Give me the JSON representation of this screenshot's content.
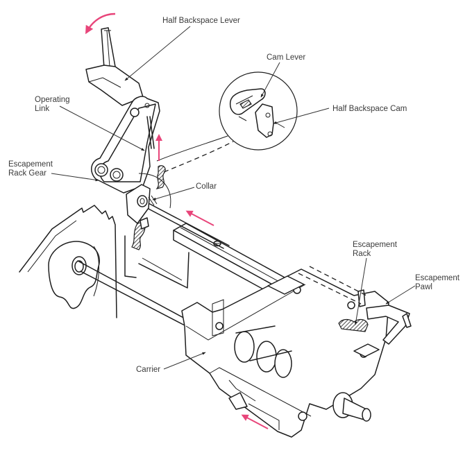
{
  "diagram": {
    "subject": "Typewriter half backspace mechanism",
    "accent_color": "#e8457a",
    "line_color": "#1e1e1e",
    "labels": [
      {
        "id": "half-backspace-lever",
        "lines": [
          "Half Backspace Lever"
        ]
      },
      {
        "id": "cam-lever",
        "lines": [
          "Cam Lever"
        ]
      },
      {
        "id": "operating-link",
        "lines": [
          "Operating",
          "Link"
        ]
      },
      {
        "id": "half-backspace-cam",
        "lines": [
          "Half Backspace Cam"
        ]
      },
      {
        "id": "escapement-rack-gear",
        "lines": [
          "Escapement",
          "Rack Gear"
        ]
      },
      {
        "id": "collar",
        "lines": [
          "Collar"
        ]
      },
      {
        "id": "escapement-rack",
        "lines": [
          "Escapement",
          "Rack"
        ]
      },
      {
        "id": "escapement-pawl",
        "lines": [
          "Escapement",
          "Pawl"
        ]
      },
      {
        "id": "carrier",
        "lines": [
          "Carrier"
        ]
      }
    ],
    "motion_arrows": [
      {
        "id": "lever-rotation",
        "kind": "curved",
        "direction": "counter-clockwise"
      },
      {
        "id": "link-lift",
        "kind": "straight",
        "direction": "up"
      },
      {
        "id": "shaft-shift",
        "kind": "straight",
        "direction": "up-left"
      },
      {
        "id": "carrier-shift",
        "kind": "straight",
        "direction": "up-left"
      }
    ]
  }
}
